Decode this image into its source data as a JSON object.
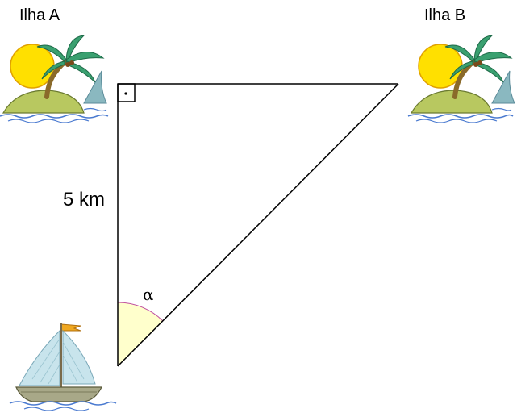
{
  "island_a": {
    "label": "Ilha A",
    "icon": "tropical-island-icon"
  },
  "island_b": {
    "label": "Ilha B",
    "icon": "tropical-island-icon"
  },
  "triangle": {
    "leg_length_label": "5 km",
    "angle_label": "α",
    "right_angle_mark": "·",
    "stroke_color": "#000000",
    "angle_fill_color": "#ffffcc",
    "angle_arc_color": "#c050a0"
  },
  "boat": {
    "icon": "sailboat-icon"
  },
  "colors": {
    "sun": "#ffe000",
    "sun_outline": "#e0a000",
    "island_grass": "#b8c860",
    "palm_leaves": "#3aa070",
    "palm_trunk": "#8a6a2a",
    "water": "#4a7ad0",
    "shark_fin": "#8ab8c0",
    "sail": "#c8e4ec",
    "hull": "#a8a888",
    "flag": "#f0a820"
  }
}
